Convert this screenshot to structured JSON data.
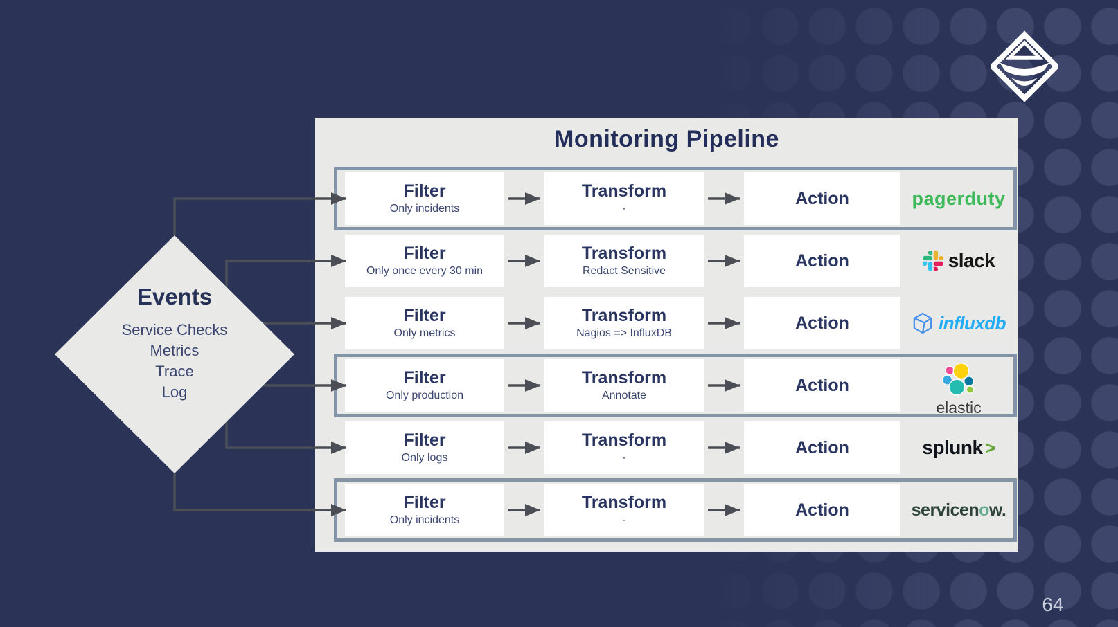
{
  "slide": {
    "title": "Monitoring Pipeline",
    "page_number": "64"
  },
  "events": {
    "title": "Events",
    "items": [
      "Service Checks",
      "Metrics",
      "Trace",
      "Log"
    ]
  },
  "pipeline": {
    "rows": [
      {
        "filter_label": "Filter",
        "filter_sub": "Only incidents",
        "transform_label": "Transform",
        "transform_sub": "-",
        "action_label": "Action",
        "destination": "pagerduty",
        "highlighted": true
      },
      {
        "filter_label": "Filter",
        "filter_sub": "Only once every 30 min",
        "transform_label": "Transform",
        "transform_sub": "Redact Sensitive",
        "action_label": "Action",
        "destination": "slack",
        "highlighted": false
      },
      {
        "filter_label": "Filter",
        "filter_sub": "Only metrics",
        "transform_label": "Transform",
        "transform_sub": "Nagios => InfluxDB",
        "action_label": "Action",
        "destination": "influxdb",
        "highlighted": false
      },
      {
        "filter_label": "Filter",
        "filter_sub": "Only production",
        "transform_label": "Transform",
        "transform_sub": "Annotate",
        "action_label": "Action",
        "destination": "elastic",
        "highlighted": true
      },
      {
        "filter_label": "Filter",
        "filter_sub": "Only logs",
        "transform_label": "Transform",
        "transform_sub": "-",
        "action_label": "Action",
        "destination": "splunk",
        "highlighted": false
      },
      {
        "filter_label": "Filter",
        "filter_sub": "Only incidents",
        "transform_label": "Transform",
        "transform_sub": "-",
        "action_label": "Action",
        "destination": "servicenow",
        "highlighted": true
      }
    ]
  },
  "logos": {
    "pagerduty_text": "pagerduty",
    "slack_text": "slack",
    "influxdb_text": "influxdb",
    "elastic_text": "elastic",
    "splunk_text": "splunk",
    "splunk_chevron": ">",
    "servicenow_pre": "servicen",
    "servicenow_o": "o",
    "servicenow_post": "w."
  },
  "colors": {
    "background": "#2b3357",
    "dot_pattern": "#3f466b",
    "panel": "#e9e9e7",
    "navy_text": "#232e5a",
    "highlight_border": "#8494a7",
    "connector": "#4b4f55",
    "pagerduty_green": "#3fb95a",
    "slack_blue": "#36c5f0",
    "slack_green": "#2eb67d",
    "slack_yellow": "#ecb22e",
    "slack_red": "#e01e5a",
    "influxdb_blue": "#22adf6",
    "elastic_yellow": "#fed10a",
    "elastic_teal": "#24bbb1",
    "elastic_pink": "#f04e98",
    "elastic_blue": "#36a9e1",
    "elastic_darkblue": "#0779a1",
    "elastic_green": "#93c83e",
    "splunk_green": "#65a637",
    "servicenow_green": "#6aab8e"
  }
}
